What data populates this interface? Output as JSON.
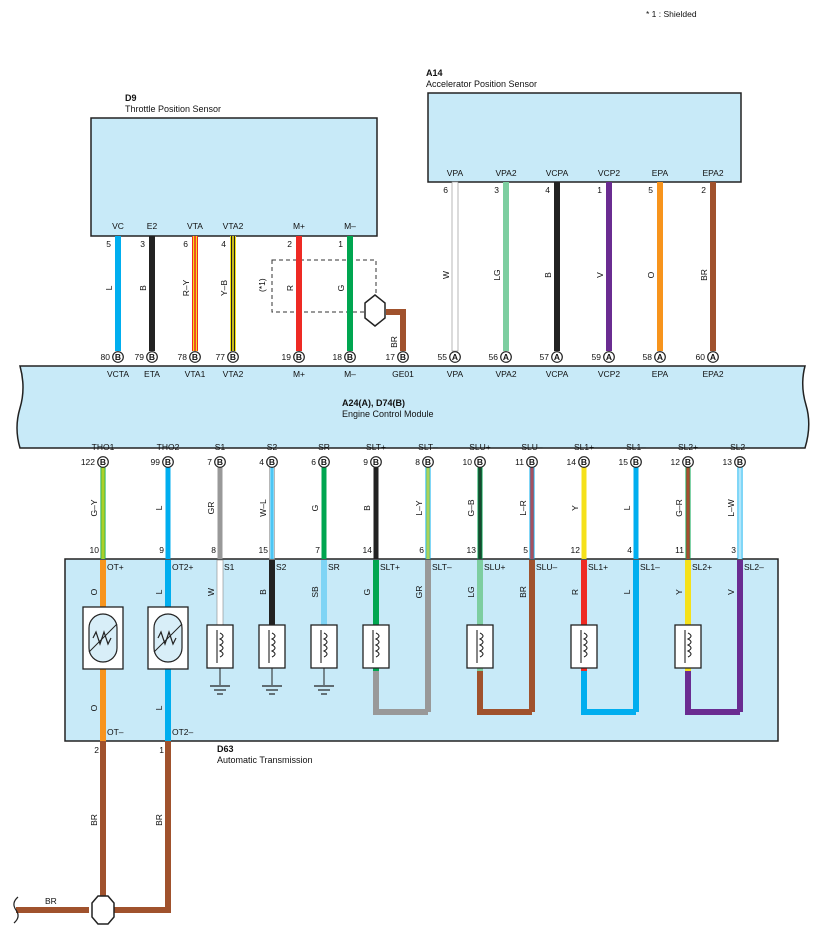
{
  "note": "* 1 : Shielded",
  "colors": {
    "L": "#00aeef",
    "B": "#222222",
    "R": "#ee2a24",
    "Y": "#f5e11a",
    "G": "#00a650",
    "LG": "#7dcea0",
    "V": "#6a2c91",
    "O": "#f7941d",
    "BR": "#a0522d",
    "W": "#ffffff",
    "GR": "#999999",
    "SB": "#7fd4f5",
    "box": "#c8eaf8"
  },
  "tps": {
    "code": "D9",
    "name": "Throttle Position Sensor",
    "pins": [
      {
        "label": "VC",
        "num": "5",
        "wire": "L"
      },
      {
        "label": "E2",
        "num": "3",
        "wire": "B"
      },
      {
        "label": "VTA",
        "num": "6",
        "wire": "R–Y"
      },
      {
        "label": "VTA2",
        "num": "4",
        "wire": "Y–B"
      },
      {
        "label": "M+",
        "num": "2",
        "wire": "R"
      },
      {
        "label": "M–",
        "num": "1",
        "wire": "G"
      }
    ],
    "shield_note": "(*1)"
  },
  "aps": {
    "code": "A14",
    "name": "Accelerator Position Sensor",
    "pins": [
      {
        "label": "VPA",
        "num": "6",
        "wire": "W"
      },
      {
        "label": "VPA2",
        "num": "3",
        "wire": "LG"
      },
      {
        "label": "VCPA",
        "num": "4",
        "wire": "B"
      },
      {
        "label": "VCP2",
        "num": "1",
        "wire": "V"
      },
      {
        "label": "EPA",
        "num": "5",
        "wire": "O"
      },
      {
        "label": "EPA2",
        "num": "2",
        "wire": "BR"
      }
    ]
  },
  "ecm": {
    "code": "A24(A), D74(B)",
    "name": "Engine Control Module",
    "top": [
      {
        "num": "80",
        "conn": "B",
        "label": "VCTA"
      },
      {
        "num": "79",
        "conn": "B",
        "label": "ETA"
      },
      {
        "num": "78",
        "conn": "B",
        "label": "VTA1"
      },
      {
        "num": "77",
        "conn": "B",
        "label": "VTA2"
      },
      {
        "num": "19",
        "conn": "B",
        "label": "M+"
      },
      {
        "num": "18",
        "conn": "B",
        "label": "M–"
      },
      {
        "num": "17",
        "conn": "B",
        "label": "GE01"
      },
      {
        "num": "55",
        "conn": "A",
        "label": "VPA"
      },
      {
        "num": "56",
        "conn": "A",
        "label": "VPA2"
      },
      {
        "num": "57",
        "conn": "A",
        "label": "VCPA"
      },
      {
        "num": "59",
        "conn": "A",
        "label": "VCP2"
      },
      {
        "num": "58",
        "conn": "A",
        "label": "EPA"
      },
      {
        "num": "60",
        "conn": "A",
        "label": "EPA2"
      }
    ],
    "ground_wire": "BR",
    "bottom": [
      {
        "label": "THO1",
        "num": "122",
        "conn": "B",
        "wire": "G–Y"
      },
      {
        "label": "THO2",
        "num": "99",
        "conn": "B",
        "wire": "L"
      },
      {
        "label": "S1",
        "num": "7",
        "conn": "B",
        "wire": "GR"
      },
      {
        "label": "S2",
        "num": "4",
        "conn": "B",
        "wire": "W–L"
      },
      {
        "label": "SR",
        "num": "6",
        "conn": "B",
        "wire": "G"
      },
      {
        "label": "SLT+",
        "num": "9",
        "conn": "B",
        "wire": "B"
      },
      {
        "label": "SLT–",
        "num": "8",
        "conn": "B",
        "wire": "L–Y"
      },
      {
        "label": "SLU+",
        "num": "10",
        "conn": "B",
        "wire": "G–B"
      },
      {
        "label": "SLU–",
        "num": "11",
        "conn": "B",
        "wire": "L–R"
      },
      {
        "label": "SL1+",
        "num": "14",
        "conn": "B",
        "wire": "Y"
      },
      {
        "label": "SL1–",
        "num": "15",
        "conn": "B",
        "wire": "L"
      },
      {
        "label": "SL2+",
        "num": "12",
        "conn": "B",
        "wire": "G–R"
      },
      {
        "label": "SL2–",
        "num": "13",
        "conn": "B",
        "wire": "L–W"
      }
    ]
  },
  "trans": {
    "code": "D63",
    "name": "Automatic Transmission",
    "pins": [
      {
        "num": "10",
        "label": "OT+",
        "wire": "O"
      },
      {
        "num": "9",
        "label": "OT2+",
        "wire": "L"
      },
      {
        "num": "8",
        "label": "S1",
        "wire": "W"
      },
      {
        "num": "15",
        "label": "S2",
        "wire": "B"
      },
      {
        "num": "7",
        "label": "SR",
        "wire": "SB"
      },
      {
        "num": "14",
        "label": "SLT+",
        "wire": "G"
      },
      {
        "num": "6",
        "label": "SLT–",
        "wire": "GR"
      },
      {
        "num": "13",
        "label": "SLU+",
        "wire": "LG"
      },
      {
        "num": "5",
        "label": "SLU–",
        "wire": "BR"
      },
      {
        "num": "12",
        "label": "SL1+",
        "wire": "R"
      },
      {
        "num": "4",
        "label": "SL1–",
        "wire": "L"
      },
      {
        "num": "11",
        "label": "SL2+",
        "wire": "Y"
      },
      {
        "num": "3",
        "label": "SL2–",
        "wire": "V"
      }
    ],
    "bottom": [
      {
        "label": "OT–",
        "wire": "O",
        "num": "2",
        "ext_wire": "BR"
      },
      {
        "label": "OT2–",
        "wire": "L",
        "num": "1",
        "ext_wire": "BR"
      }
    ],
    "ground_wire": "BR"
  }
}
